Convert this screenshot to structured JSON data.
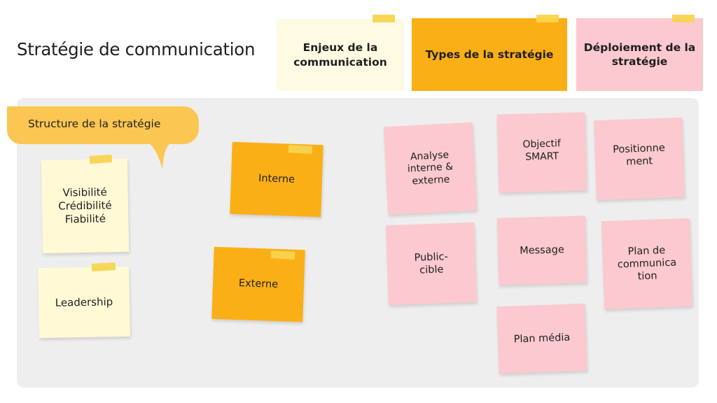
{
  "title": "Stratégie de communication",
  "header_notes": [
    {
      "label": "Enjeux de la communication"
    },
    {
      "label": "Types de la stratégie"
    },
    {
      "label": "Déploiement de la stratégie"
    }
  ],
  "structure_label": "Structure de la stratégie",
  "left_notes": {
    "qualities": "Visibilité\nCrédibilité\nFiabilité",
    "leadership": "Leadership"
  },
  "type_notes": {
    "interne": "Interne",
    "externe": "Externe"
  },
  "steps": {
    "analyse": "Analyse\ninterne &\nexterne",
    "objectif": "Objectif\nSMART",
    "positionnement": "Positionne\nment",
    "public": "Public-\ncible",
    "message": "Message",
    "plan_communication": "Plan de\ncommunica\ntion",
    "plan_media": "Plan média"
  },
  "colors": {
    "pink": "#fbc9cf",
    "orange": "#fbaf16",
    "cream": "#fff9d6",
    "tape": "#f8d44e",
    "bubble": "#fcc652",
    "board": "#eeeeee"
  }
}
